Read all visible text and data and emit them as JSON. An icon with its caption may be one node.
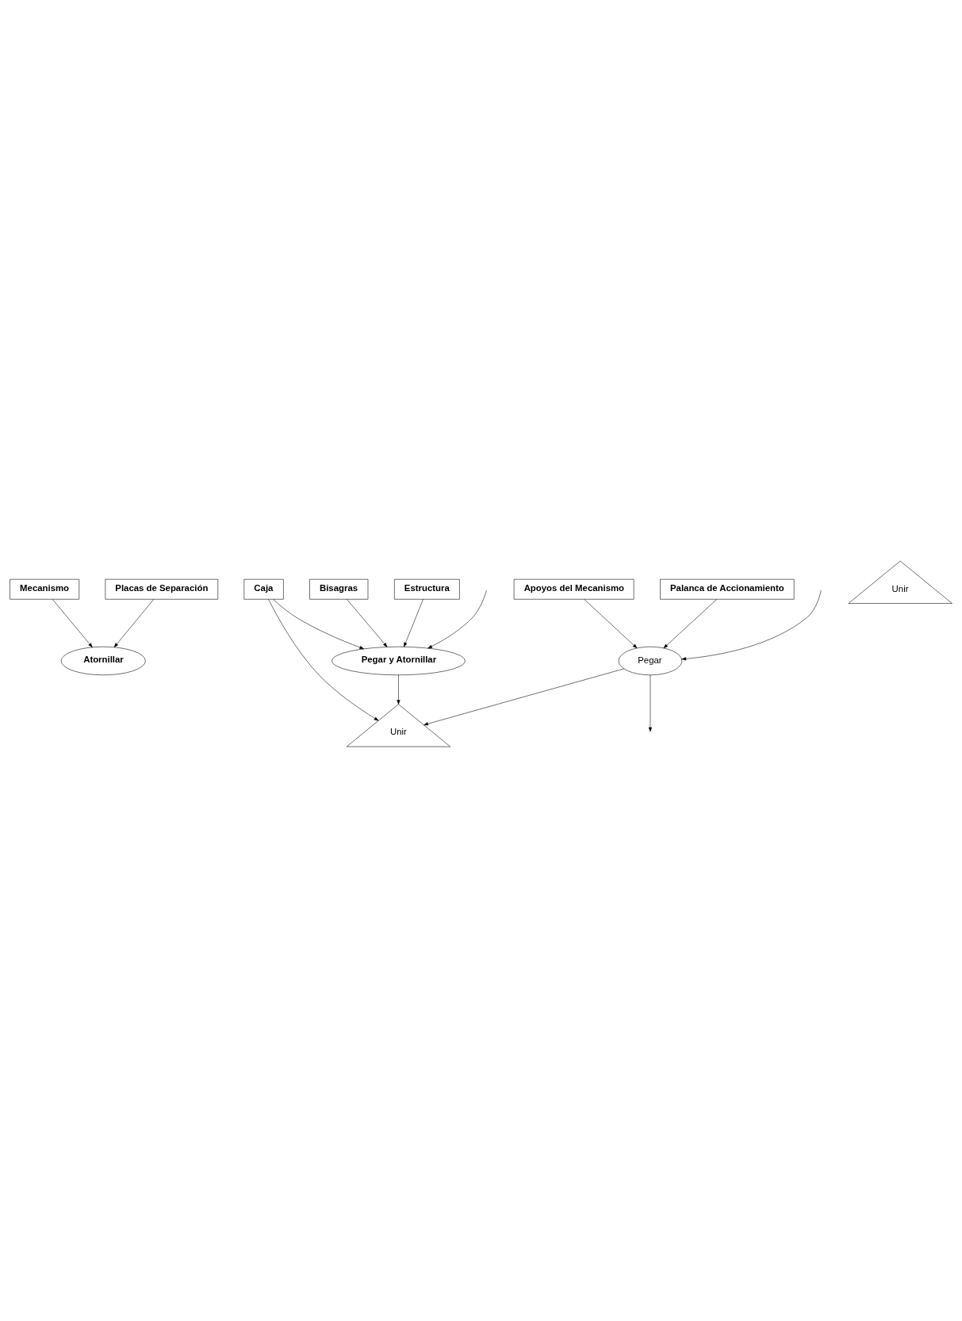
{
  "diagram": {
    "nodes": [
      {
        "text": [
          "Mecanismo"
        ]
      },
      {
        "text": [
          "Placas de Separación"
        ]
      },
      {
        "text": [
          "Atornillar"
        ]
      },
      {
        "text": [
          "Bisagras"
        ]
      },
      {
        "text": [
          "Estructura"
        ]
      },
      {
        "text": [
          "Pegar y Atornillar"
        ]
      },
      {
        "text": [
          "Caja"
        ]
      },
      {
        "text": [
          "Apoyos del Mecanismo"
        ]
      },
      {
        "text": [
          "Unir"
        ]
      },
      {
        "text": [
          "Palanca de Accionamiento"
        ]
      },
      {
        "text": [
          "Pegar"
        ]
      },
      {
        "text": [
          "Unir"
        ]
      }
    ],
    "edges": [
      {
        "from": 0,
        "to": 2,
        "arrow": "to"
      },
      {
        "from": 1,
        "to": 2,
        "arrow": "to"
      },
      {
        "from": 3,
        "to": 5,
        "arrow": "to"
      },
      {
        "from": 4,
        "to": 5,
        "arrow": "to"
      },
      {
        "from": null,
        "to": 5,
        "arrow": "to"
      },
      {
        "from": 6,
        "to": 5,
        "arrow": "to"
      },
      {
        "from": 5,
        "to": 8,
        "arrow": "to"
      },
      {
        "from": 6,
        "to": 8,
        "arrow": "to"
      },
      {
        "from": 7,
        "to": 10,
        "arrow": "to"
      },
      {
        "from": 9,
        "to": 10,
        "arrow": "to"
      },
      {
        "from": null,
        "to": 10,
        "arrow": "to"
      },
      {
        "from": 10,
        "to": 8,
        "arrow": "to"
      },
      {
        "from": 10,
        "to": null,
        "arrow": "to"
      }
    ]
  }
}
